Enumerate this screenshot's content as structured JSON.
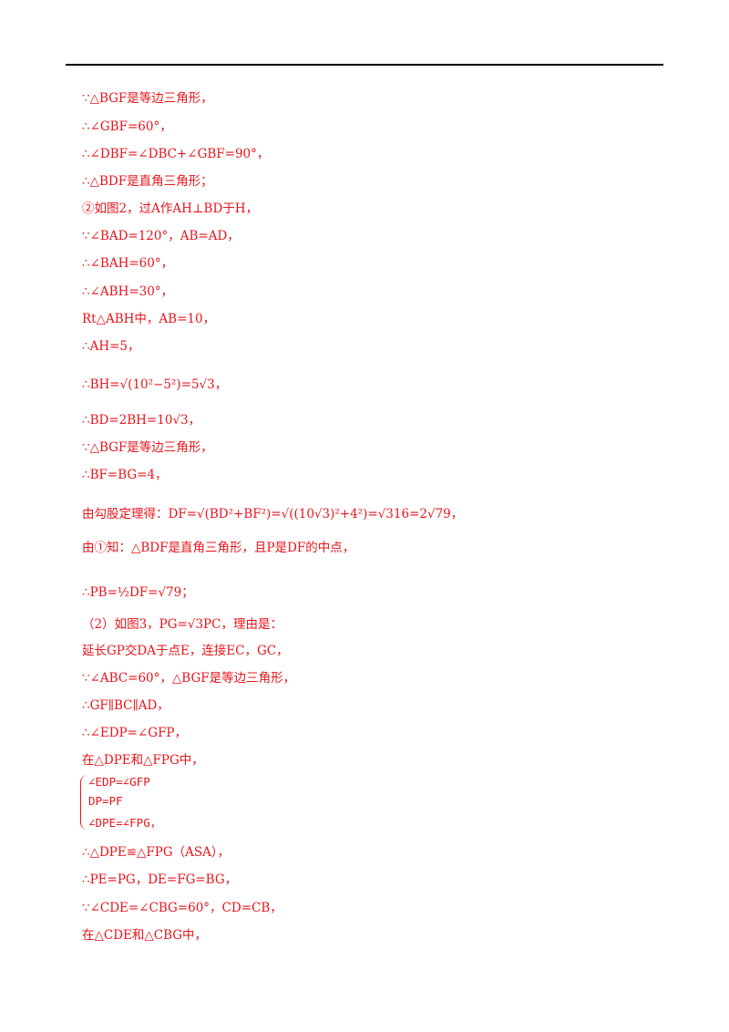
{
  "lines": [
    "∵△BGF是等边三角形，",
    "∴∠GBF=60°，",
    "∴∠DBF=∠DBC+∠GBF=90°，",
    "∴△BDF是直角三角形；",
    "②如图2，过A作AH⊥BD于H，",
    "∵∠BAD=120°，AB=AD，",
    "∴∠BAH=60°，",
    "∴∠ABH=30°，",
    "Rt△ABH中，AB=10，",
    "∴AH=5，",
    "∴BH=√(10²−5²)=5√3，",
    "∴BD=2BH=10√3，",
    "∵△BGF是等边三角形，",
    "∴BF=BG=4，",
    "由勾股定理得：DF=√(BD²+BF²)=√((10√3)²+4²)=√316=2√79，",
    "由①知：△BDF是直角三角形，且P是DF的中点，",
    "∴PB=½DF=√79；",
    "（2）如图3，PG=√3PC，理由是：",
    "延长GP交DA于点E，连接EC，GC，",
    "∵∠ABC=60°，△BGF是等边三角形，",
    "∴GF∥BC∥AD，",
    "∴∠EDP=∠GFP，",
    "在△DPE和△FPG中，",
    "∴△DPE≌△FPG（ASA），",
    "∴PE=PG，DE=FG=BG，",
    "∵∠CDE=∠CBG=60°，CD=CB，",
    "在△CDE和△CBG中，"
  ],
  "system": [
    "∠EDP=∠GFP",
    "DP=PF",
    "∠DPE=∠FPG，"
  ],
  "fraction": {
    "num": "1",
    "den": "2"
  }
}
